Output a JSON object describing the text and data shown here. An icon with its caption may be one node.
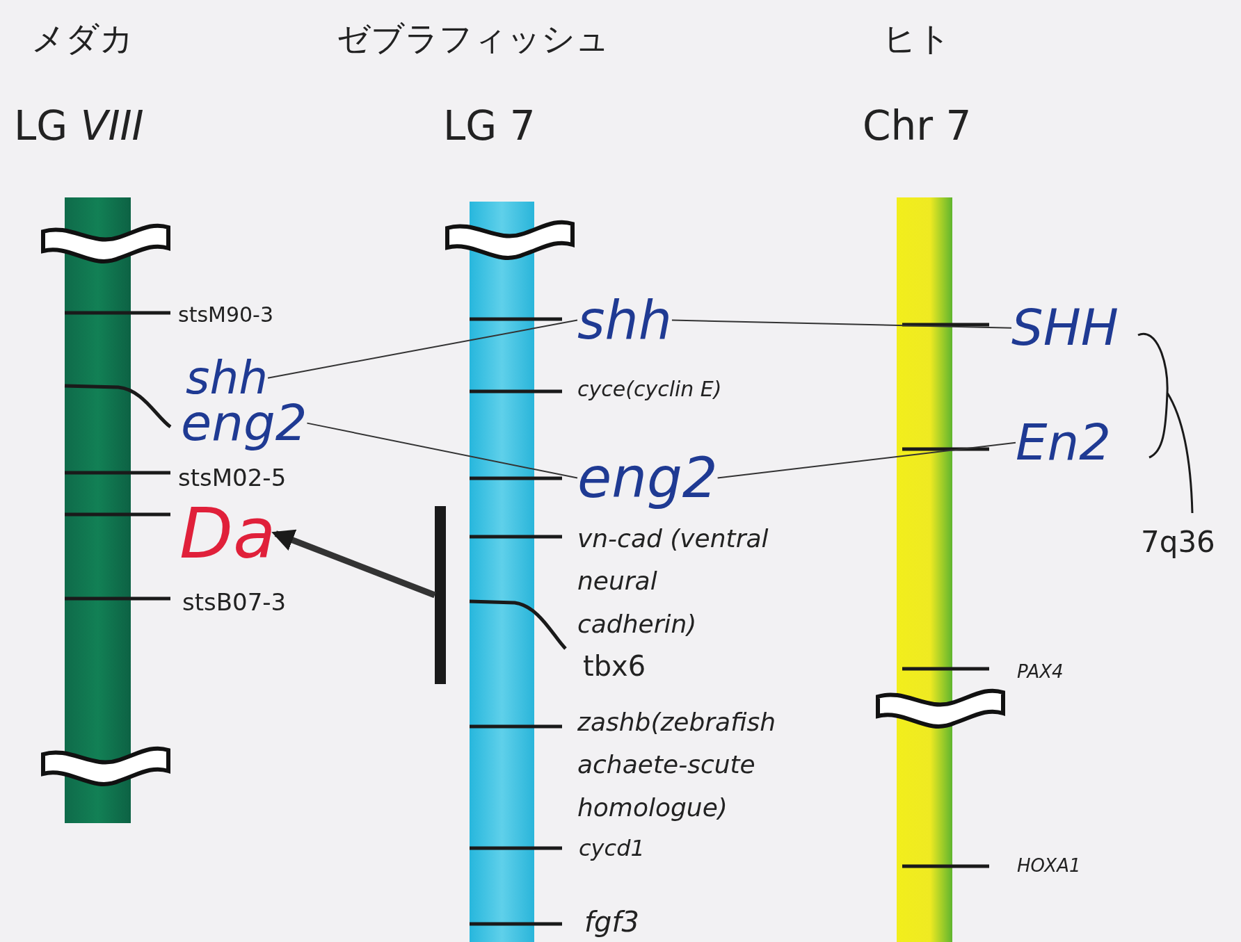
{
  "diagram": {
    "nodes": [
      {
        "text": [
          "shh"
        ]
      },
      {
        "text": [
          "eng2"
        ]
      },
      {
        "text": [
          "Da"
        ]
      },
      {
        "text": [],
        "shape": "bar"
      },
      {
        "text": [
          "shh"
        ]
      },
      {
        "text": [
          "eng2"
        ]
      },
      {
        "text": [
          "SHH"
        ]
      },
      {
        "text": [
          "En2"
        ]
      }
    ],
    "edges": [
      {
        "from": 0,
        "to": 4,
        "arrow": "none"
      },
      {
        "from": 1,
        "to": 5,
        "arrow": "none"
      },
      {
        "from": 3,
        "to": 2,
        "arrow": "to",
        "style": "thick"
      },
      {
        "from": 4,
        "to": 6,
        "arrow": "none"
      },
      {
        "from": 5,
        "to": 7,
        "arrow": "none"
      }
    ],
    "labels": [
      "メダカ",
      "ゼブラフィッシュ",
      "ヒト",
      "LG *VIII*",
      "LG 7",
      "Chr 7",
      "stsM90-3",
      "stsM02-5",
      "stsB07-3",
      "cyce(cyclin E)",
      "vn-cad (ventral neural cadherin)",
      "tbx6",
      "zashb(zebrafish achaete-scute homologue)",
      "cycd1",
      "fgf3",
      "PAX4",
      "HOXA1",
      "7q36"
    ]
  }
}
